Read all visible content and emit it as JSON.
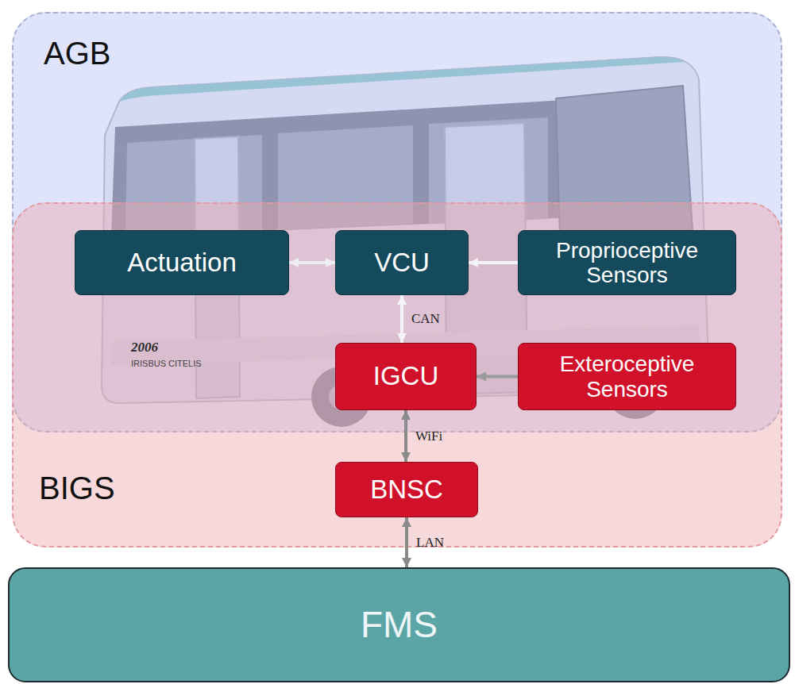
{
  "diagram": {
    "nodes": [
      {
        "text": [
          "AGB"
        ]
      },
      {
        "text": [
          "BIGS"
        ]
      },
      {
        "text": [
          "Actuation"
        ],
        "in": 0
      },
      {
        "text": [
          "VCU"
        ],
        "in": 0
      },
      {
        "text": [
          "Proprioceptive Sensors"
        ],
        "in": 0
      },
      {
        "text": [
          "IGCU"
        ],
        "in": 1
      },
      {
        "text": [
          "Exteroceptive Sensors"
        ],
        "in": 1
      },
      {
        "text": [
          "BNSC"
        ],
        "in": 1
      },
      {
        "text": [
          "FMS"
        ]
      }
    ],
    "edges": [
      {
        "from": 2,
        "to": 3,
        "arrow": "both"
      },
      {
        "from": 4,
        "to": 3,
        "arrow": "to"
      },
      {
        "from": 3,
        "to": 5,
        "label": "CAN",
        "arrow": "both"
      },
      {
        "from": 6,
        "to": 5,
        "arrow": "to"
      },
      {
        "from": 5,
        "to": 7,
        "label": "WiFi",
        "arrow": "both"
      },
      {
        "from": 7,
        "to": 8,
        "label": "LAN",
        "arrow": "both"
      }
    ],
    "labels": [
      "2006",
      "IRISBUS CITELIS"
    ]
  }
}
